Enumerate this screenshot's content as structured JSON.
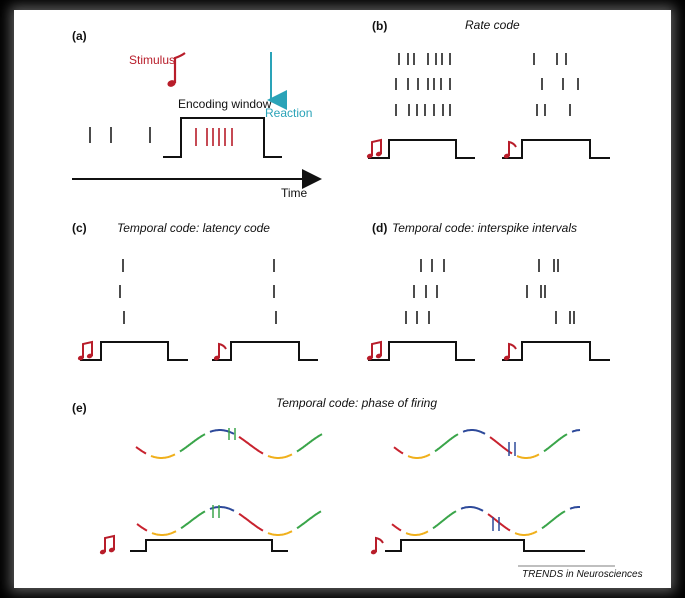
{
  "colors": {
    "stimulus": "#b81d2a",
    "reaction": "#2aa3b8",
    "line": "#111111",
    "phase": [
      "#2e4a9a",
      "#c8222e",
      "#f0b01c",
      "#3aa54a"
    ],
    "frame": "#000000"
  },
  "panel_a": {
    "label": "(a)",
    "stimulus_label": "Stimulus",
    "encoding_window_label": "Encoding window",
    "reaction_label": "Reaction",
    "time_label": "Time"
  },
  "panel_b": {
    "label": "(b)",
    "title": "Rate code"
  },
  "panel_c": {
    "label": "(c)",
    "title": "Temporal code: latency code"
  },
  "panel_d": {
    "label": "(d)",
    "title": "Temporal code: interspike intervals"
  },
  "panel_e": {
    "label": "(e)",
    "title": "Temporal code: phase of firing"
  },
  "credit": "TRENDS in Neurosciences"
}
